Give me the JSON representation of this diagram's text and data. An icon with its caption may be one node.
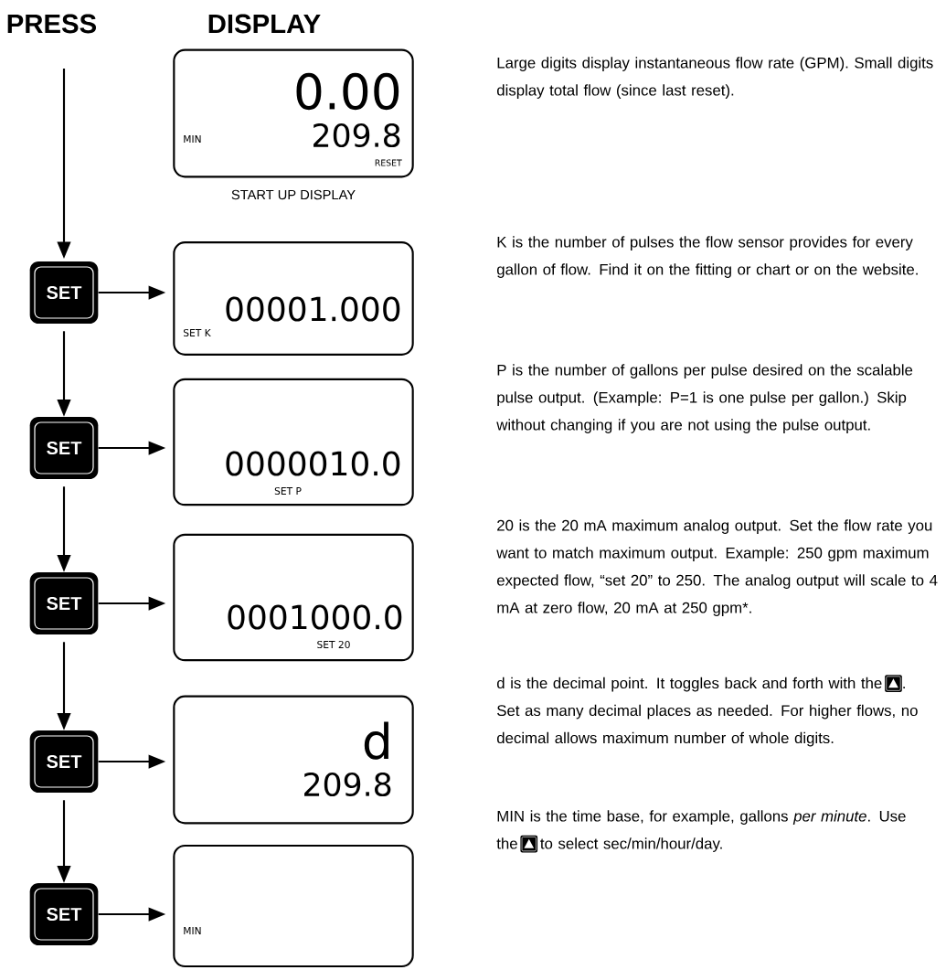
{
  "diagram": {
    "nodes": [
      {
        "text": [
          "0.00",
          "209.8",
          "MIN",
          "RESET"
        ],
        "beside": [
          "START UP DISPLAY"
        ]
      },
      {
        "text": [
          "SET"
        ]
      },
      {
        "text": [
          "00001.000",
          "SET K"
        ]
      },
      {
        "text": [
          "SET"
        ]
      },
      {
        "text": [
          "0000010.0",
          "SET P"
        ]
      },
      {
        "text": [
          "SET"
        ]
      },
      {
        "text": [
          "0001000.0",
          "SET 20"
        ]
      },
      {
        "text": [
          "SET"
        ]
      },
      {
        "text": [
          "d",
          "209.8"
        ]
      },
      {
        "text": [
          "SET"
        ]
      },
      {
        "text": [
          "MIN"
        ]
      }
    ],
    "edges": [
      {
        "from": null,
        "to": 1,
        "arrow": "to"
      },
      {
        "from": 1,
        "to": 2,
        "arrow": "to"
      },
      {
        "from": 1,
        "to": 3,
        "arrow": "to"
      },
      {
        "from": 3,
        "to": 4,
        "arrow": "to"
      },
      {
        "from": 3,
        "to": 5,
        "arrow": "to"
      },
      {
        "from": 5,
        "to": 6,
        "arrow": "to"
      },
      {
        "from": 5,
        "to": 7,
        "arrow": "to"
      },
      {
        "from": 7,
        "to": 8,
        "arrow": "to"
      },
      {
        "from": 7,
        "to": 9,
        "arrow": "to"
      },
      {
        "from": 9,
        "to": 10,
        "arrow": "to"
      }
    ],
    "labels": [
      "PRESS",
      "DISPLAY",
      "Large digits display instantaneous flow rate (GPM). Small digits display total flow (since last reset).",
      "K is the number of pulses the flow sensor provides for every gallon of flow. Find it on the fitting or chart or on the website.",
      "P is the number of gallons per pulse desired on the scalable pulse output. (Example: P=1 is one pulse per gallon.) Skip without changing if you are not using the pulse output.",
      "20 is the 20 mA maximum analog output. Set the flow rate you want to match maximum output. Example: 250 gpm maximum expected flow, “set 20” to 250. The analog output will scale to 4 mA at zero flow, 20 mA at 250 gpm*.",
      "d is the decimal point. It toggles back and forth with the",
      ". Set as many decimal places as needed. For higher flows, no decimal allows maximum number of whole digits.",
      "MIN is the time base, for example, gallons *per minute*. Use the",
      "to select sec/min/hour/day."
    ]
  }
}
